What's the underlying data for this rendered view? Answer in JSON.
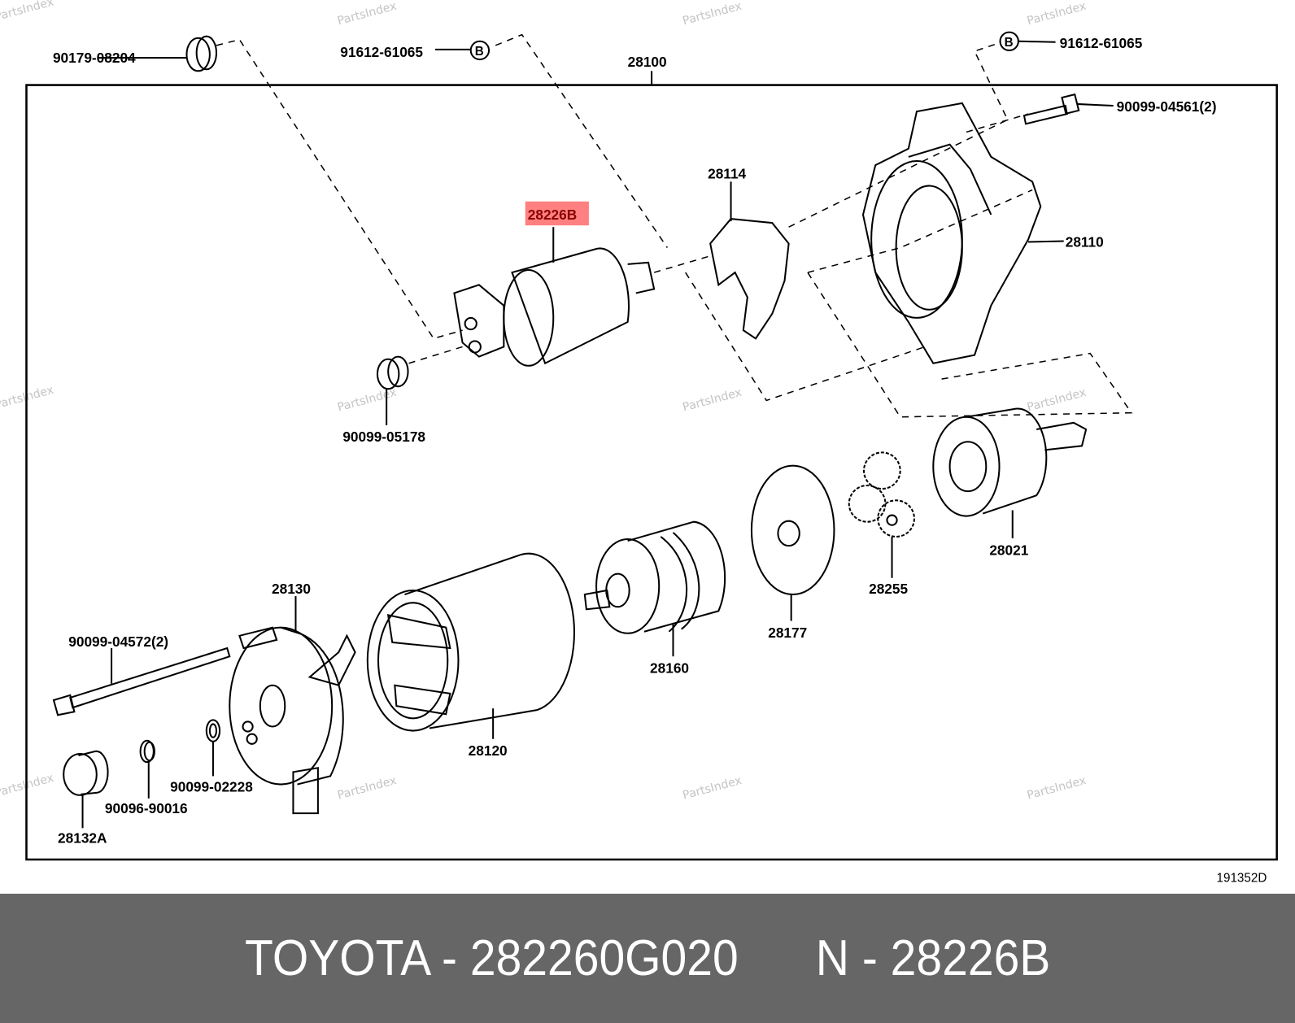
{
  "diagram": {
    "assembly_label": "28100",
    "highlighted_part": "28226B",
    "highlight_color": "#ff8080",
    "highlight_text_color": "#8b0000",
    "drawing_code": "191352D",
    "watermark": "PartsIndex",
    "bolt_marker": "B",
    "labels": {
      "p90179_08204": "90179-08204",
      "p91612_61065_left": "91612-61065",
      "p91612_61065_right": "91612-61065",
      "p90099_04561": "90099-04561(2)",
      "p28114": "28114",
      "p28110": "28110",
      "p90099_05178": "90099-05178",
      "p28021": "28021",
      "p28255": "28255",
      "p28177": "28177",
      "p28160": "28160",
      "p28130": "28130",
      "p90099_04572": "90099-04572(2)",
      "p28120": "28120",
      "p90099_02228": "90099-02228",
      "p90096_90016": "90096-90016",
      "p28132A": "28132A"
    }
  },
  "footer": {
    "text": "TOYOTA - 282260G020      N - 28226B",
    "background": "#666666"
  }
}
